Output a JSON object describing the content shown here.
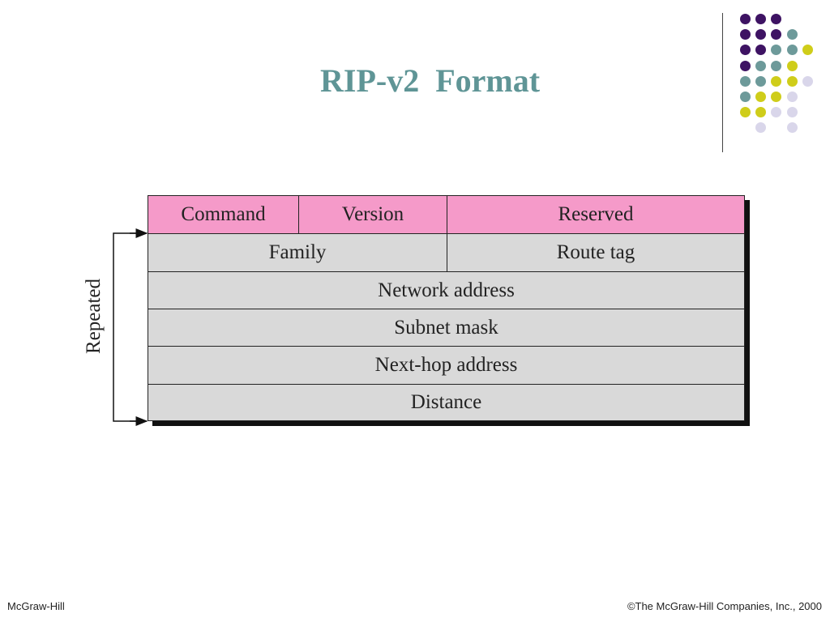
{
  "slide": {
    "title": "RIP-v2  Format",
    "footer_left": "McGraw-Hill",
    "footer_right": "©The McGraw-Hill Companies, Inc., 2000"
  },
  "diagram": {
    "header_row": [
      "Command",
      "Version",
      "Reserved"
    ],
    "row_family": [
      "Family",
      "Route tag"
    ],
    "row_network": "Network address",
    "row_subnet": "Subnet mask",
    "row_nexthop": "Next-hop address",
    "row_distance": "Distance",
    "repeated_label": "Repeated"
  },
  "colors": {
    "title": "#5f9596",
    "header_fill": "#f59ac9",
    "row_fill": "#d9d9d9",
    "dot_purple": "#3e1363",
    "dot_teal": "#6d9a9a",
    "dot_yellow": "#cfcd1a",
    "dot_lavender": "#d9d6ea"
  }
}
